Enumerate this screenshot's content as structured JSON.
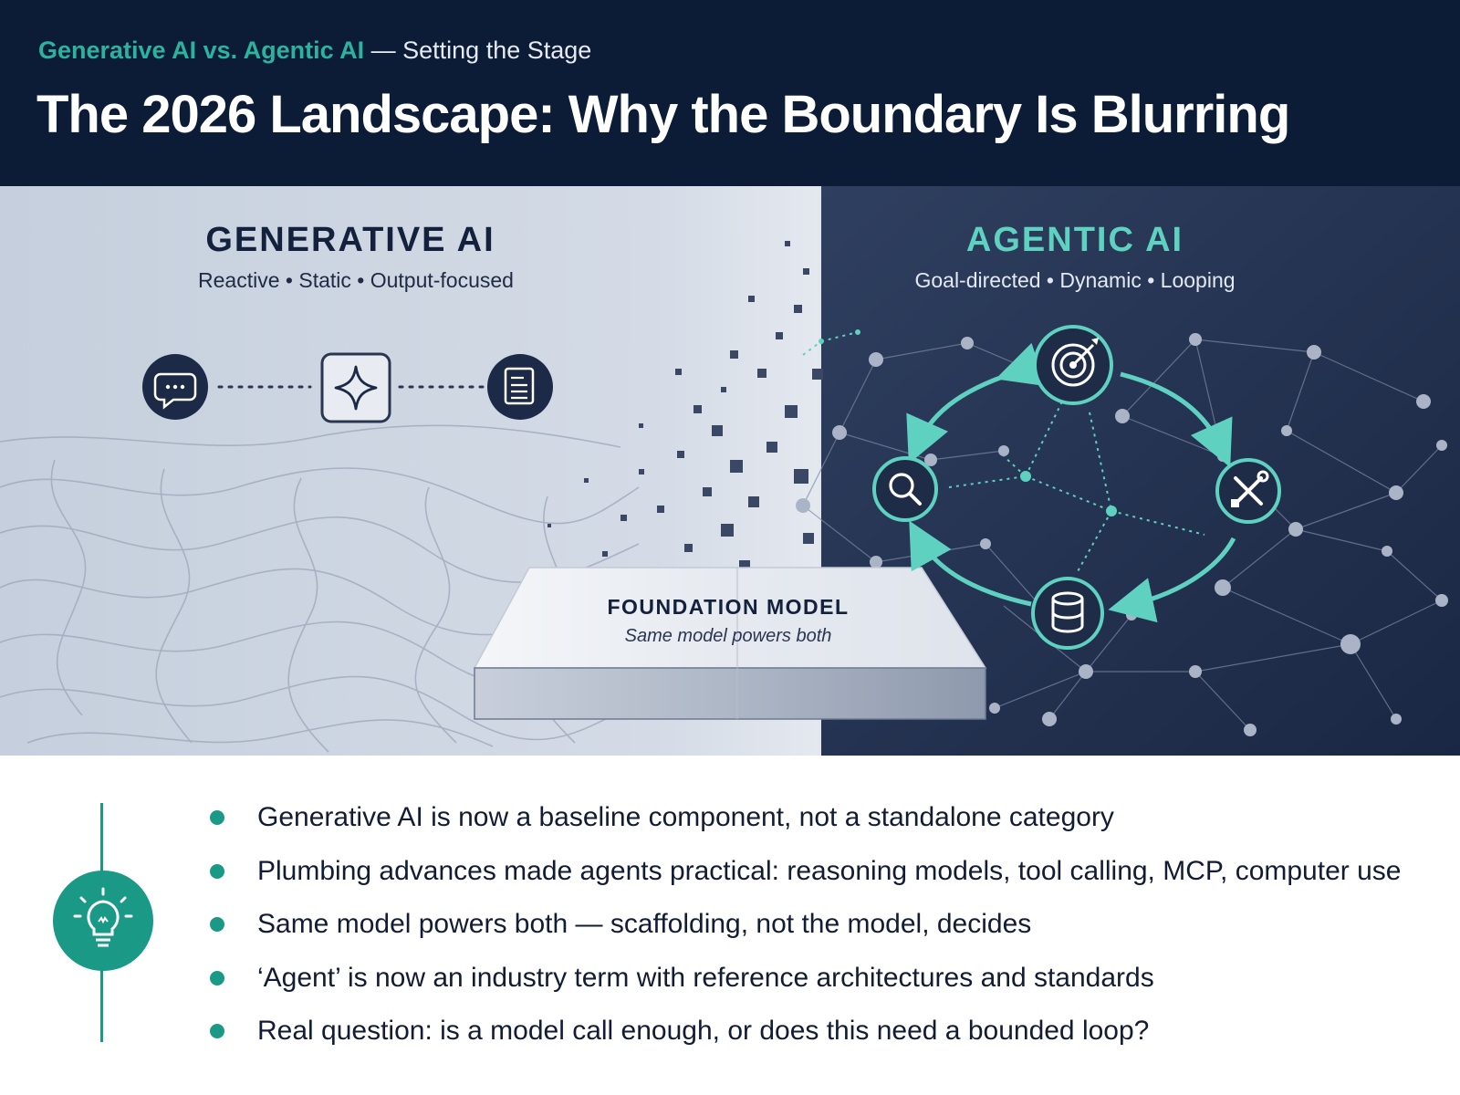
{
  "header": {
    "kicker_accent": "Generative AI vs. Agentic AI",
    "kicker_rest": " — Setting the Stage",
    "title": "The 2026 Landscape: Why the Boundary Is Blurring"
  },
  "generative": {
    "title": "GENERATIVE AI",
    "subtitle": "Reactive • Static • Output-focused",
    "icons": [
      "chat-bubble-icon",
      "sparkle-icon",
      "document-icon"
    ]
  },
  "agentic": {
    "title": "AGENTIC AI",
    "subtitle": "Goal-directed • Dynamic • Looping",
    "icons": [
      "target-icon",
      "tools-icon",
      "database-icon",
      "search-icon"
    ]
  },
  "foundation": {
    "title": "FOUNDATION MODEL",
    "subtitle": "Same model powers both"
  },
  "bullets": [
    "Generative AI is now a baseline component, not a standalone category",
    "Plumbing advances made agents practical: reasoning models, tool calling, MCP, computer use",
    "Same model powers both — scaffolding, not the model, decides",
    "‘Agent’ is now an industry term with reference architectures and standards",
    "Real question: is a model call enough, or does this need a bounded loop?"
  ],
  "colors": {
    "navy": "#0c1b36",
    "teal": "#1a9a86",
    "teal_light": "#5fd1c1"
  }
}
